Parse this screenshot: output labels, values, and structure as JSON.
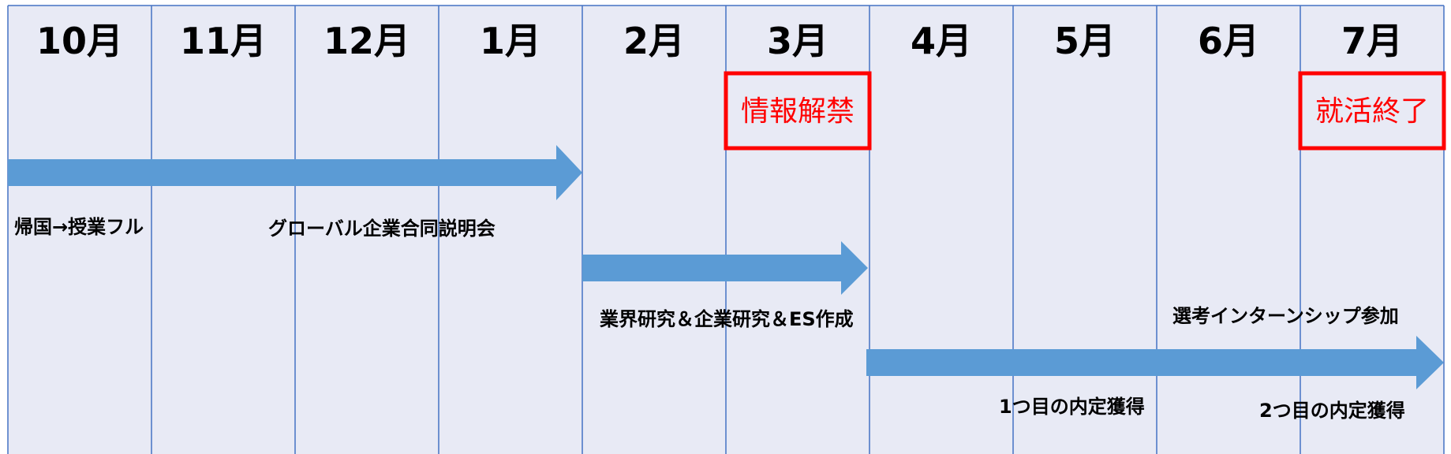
{
  "timeline": {
    "months": [
      "10月",
      "11月",
      "12月",
      "1月",
      "2月",
      "3月",
      "4月",
      "5月",
      "6月",
      "7月"
    ],
    "callouts": [
      {
        "id": "callout-info-release",
        "text": "情報解禁",
        "color": "#ff0000"
      },
      {
        "id": "callout-job-hunt-end",
        "text": "就活終了",
        "color": "#ff0000"
      }
    ],
    "events": [
      {
        "id": "event-return-classes",
        "text": "帰国→授業フル"
      },
      {
        "id": "event-global-fair",
        "text": "グローバル企業合同説明会"
      },
      {
        "id": "event-research-es",
        "text": "業界研究＆企業研究＆ES作成"
      },
      {
        "id": "event-internship",
        "text": "選考インターンシップ参加"
      },
      {
        "id": "event-first-offer",
        "text": "1つ目の内定獲得"
      },
      {
        "id": "event-second-offer",
        "text": "2つ目の内定獲得"
      }
    ],
    "colors": {
      "background": "#e8eaf5",
      "grid": "#4472c4",
      "arrow": "#5b9bd5",
      "callout_border": "#ff0000"
    }
  }
}
